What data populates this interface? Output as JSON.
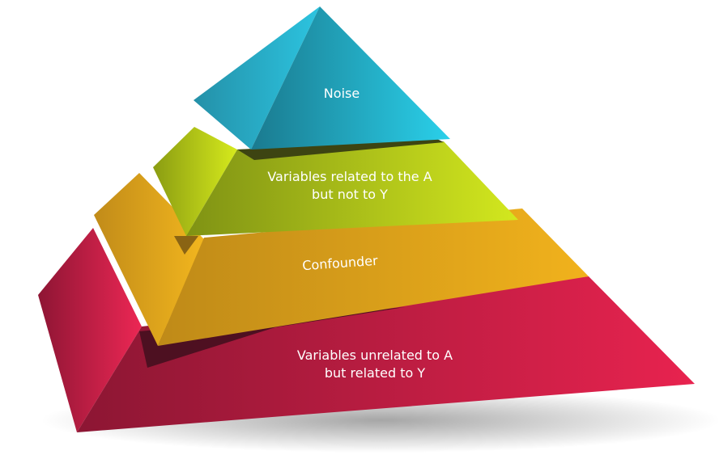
{
  "layers": [
    {
      "label": "Noise",
      "color": "#22b4cf"
    },
    {
      "label_line1": "Variables related to the A",
      "label_line2": "but not to Y",
      "color": "#a9bf16"
    },
    {
      "label": "Confounder",
      "color": "#dca11b"
    },
    {
      "label_line1": "Variables unrelated to A",
      "label_line2": "but related to Y",
      "color": "#c81c45"
    }
  ]
}
